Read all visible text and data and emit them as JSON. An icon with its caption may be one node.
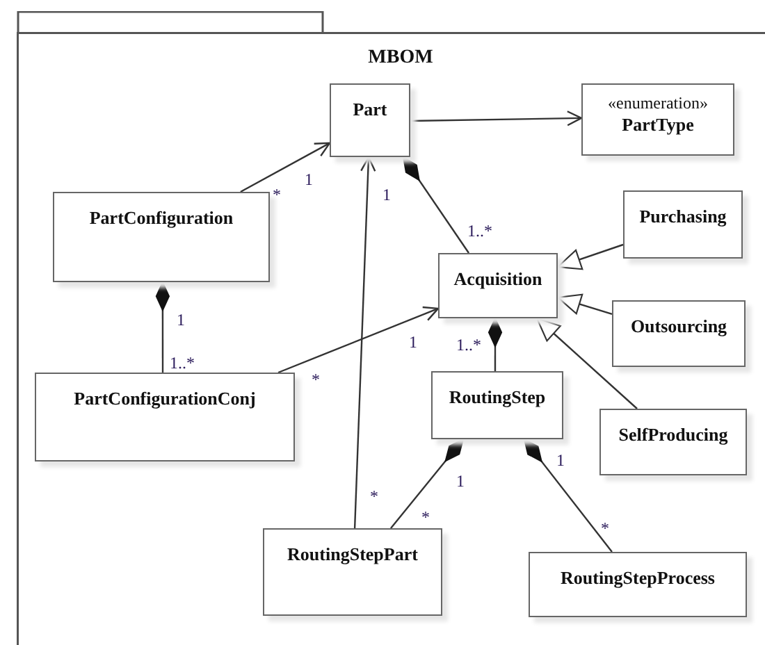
{
  "diagram": {
    "nodes": [
      {
        "text": [
          "MBOM"
        ]
      },
      {
        "text": [
          "Part"
        ],
        "in": 0
      },
      {
        "text": [
          "«enumeration»",
          "PartType"
        ],
        "in": 0
      },
      {
        "text": [
          "PartConfiguration"
        ],
        "in": 0
      },
      {
        "text": [
          "Purchasing"
        ],
        "in": 0
      },
      {
        "text": [
          "Acquisition"
        ],
        "in": 0
      },
      {
        "text": [
          "Outsourcing"
        ],
        "in": 0
      },
      {
        "text": [
          "PartConfigurationConj"
        ],
        "in": 0
      },
      {
        "text": [
          "RoutingStep"
        ],
        "in": 0
      },
      {
        "text": [
          "SelfProducing"
        ],
        "in": 0
      },
      {
        "text": [
          "RoutingStepPart"
        ],
        "in": 0
      },
      {
        "text": [
          "RoutingStepProcess"
        ],
        "in": 0
      }
    ],
    "edges": [
      {
        "from": 1,
        "to": 2,
        "arrow": "to"
      },
      {
        "from": 3,
        "to": 1,
        "arrow": "to"
      },
      {
        "from": 1,
        "to": 5,
        "arrow": "other"
      },
      {
        "from": 3,
        "to": 7,
        "arrow": "other"
      },
      {
        "from": 7,
        "to": 5,
        "arrow": "to"
      },
      {
        "from": 10,
        "to": 1,
        "arrow": "to"
      },
      {
        "from": 4,
        "to": 5,
        "arrow": "to"
      },
      {
        "from": 6,
        "to": 5,
        "arrow": "to"
      },
      {
        "from": 9,
        "to": 5,
        "arrow": "to"
      },
      {
        "from": 5,
        "to": 8,
        "arrow": "other"
      },
      {
        "from": 8,
        "to": 10,
        "arrow": "other"
      },
      {
        "from": 8,
        "to": 11,
        "arrow": "other"
      }
    ],
    "labels": [
      "1",
      "*",
      "1",
      "1..*",
      "1",
      "1",
      "1..*",
      "1..*",
      "*",
      "1",
      "1",
      "*",
      "*",
      "*"
    ]
  }
}
